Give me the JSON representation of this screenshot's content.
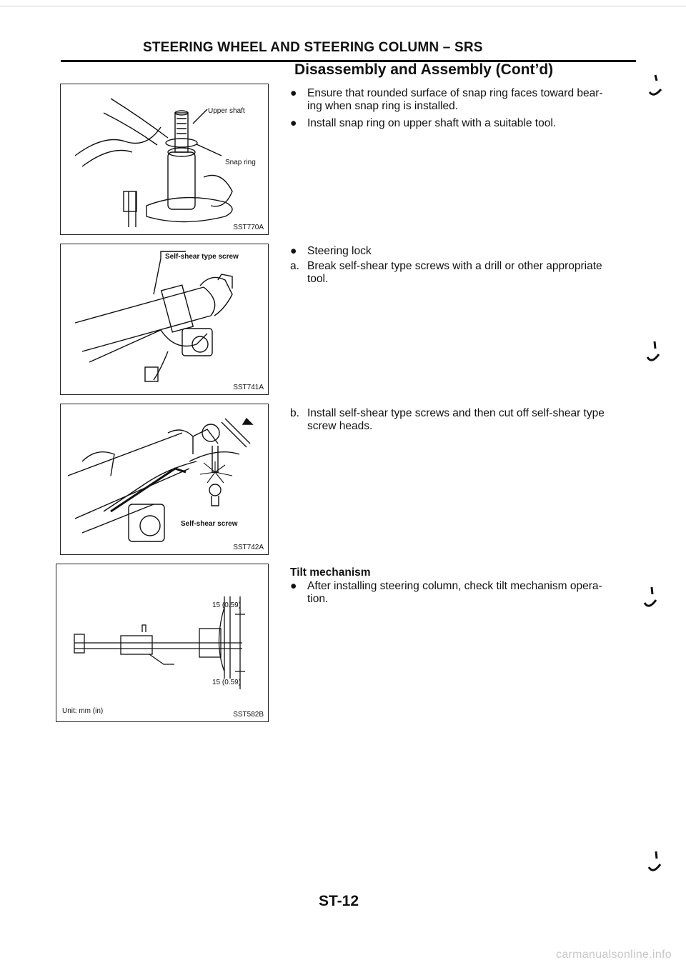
{
  "header": {
    "title": "STEERING WHEEL AND STEERING COLUMN – SRS",
    "section": "Disassembly and Assembly (Cont’d)"
  },
  "figures": {
    "fig1": {
      "code": "SST770A",
      "label_upper": "Upper shaft",
      "label_snap": "Snap ring"
    },
    "fig2": {
      "code": "SST741A",
      "label": "Self-shear type screw"
    },
    "fig3": {
      "code": "SST742A",
      "label": "Self-shear screw"
    },
    "fig4": {
      "code": "SST582B",
      "dim_top": "15 (0.59)",
      "dim_bottom": "15 (0.59)",
      "unit": "Unit: mm (in)"
    }
  },
  "steps": {
    "snap": {
      "b1": "Ensure that rounded surface of snap ring faces toward bear-",
      "b1_cont": "ing when snap ring is installed.",
      "b2": "Install snap ring on upper shaft with a suitable tool."
    },
    "lock": {
      "b1": "Steering lock",
      "a_mark": "a.",
      "a_text": "Break self-shear type screws with a drill or other appropriate",
      "a_cont": "tool."
    },
    "install": {
      "b_mark": "b.",
      "b_text": "Install self-shear type screws and then cut off self-shear type",
      "b_cont": "screw heads."
    },
    "tilt": {
      "heading": "Tilt mechanism",
      "b1": "After installing steering column, check tilt mechanism opera-",
      "b1_cont": "tion."
    }
  },
  "bullet_char": "●",
  "page_number": "ST-12",
  "watermark": "carmanualsonline.info"
}
